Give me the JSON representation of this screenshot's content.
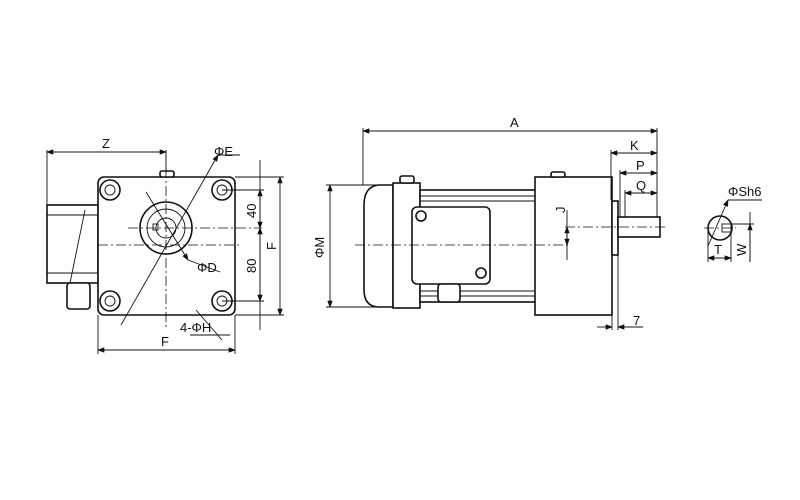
{
  "labels": {
    "z": "Z",
    "phi_e": "ΦE",
    "phi_d": "ΦD",
    "four_phi_h": "4-ΦH",
    "f_bottom": "F",
    "f_side": "F",
    "dim_40": "40",
    "dim_80": "80",
    "a": "A",
    "k": "K",
    "p": "P",
    "q": "Q",
    "j": "J",
    "phi_m": "ΦM",
    "dim_7": "7",
    "phi_sh6": "ΦSh6",
    "t": "T",
    "w": "W"
  }
}
